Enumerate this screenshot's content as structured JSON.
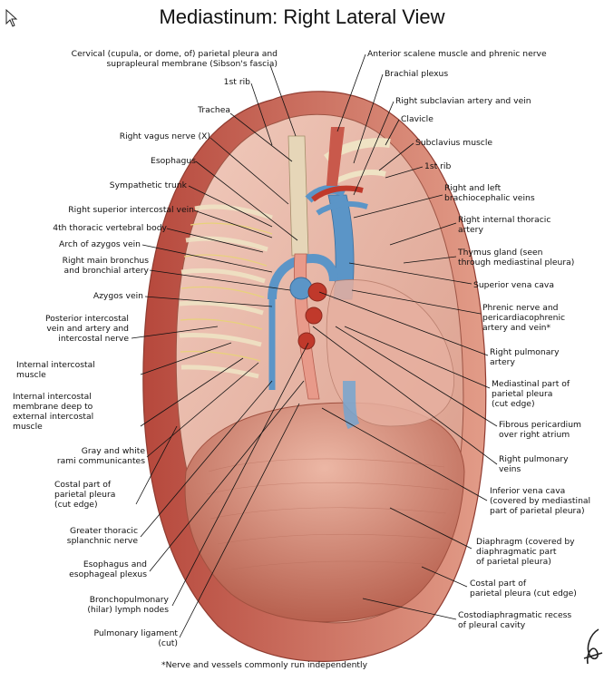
{
  "title": "Mediastinum: Right Lateral View",
  "footnote": "*Nerve and vessels commonly run independently",
  "labels_left": [
    "Cervical (cupula, or dome, of) parietal pleura and\nsuprapleural membrane (Sibson's fascia)",
    "1st rib",
    "Trachea",
    "Right vagus nerve (X)",
    "Esophagus",
    "Sympathetic trunk",
    "Right superior intercostal vein",
    "4th thoracic vertebral body",
    "Arch of azygos vein",
    "Right main bronchus\nand bronchial artery",
    "Azygos vein",
    "Posterior intercostal\nvein and artery and\nintercostal nerve",
    "Internal intercostal\nmuscle",
    "Internal intercostal\nmembrane deep to\nexternal intercostal\nmuscle",
    "Gray and white\nrami communicantes",
    "Costal part of\nparietal pleura\n(cut edge)",
    "Greater thoracic\nsplanchnic nerve",
    "Esophagus and\nesophageal plexus",
    "Bronchopulmonary\n(hilar) lymph nodes",
    "Pulmonary ligament\n(cut)"
  ],
  "labels_right": [
    "Anterior scalene muscle and phrenic nerve",
    "Brachial plexus",
    "Right subclavian artery and vein",
    "Clavicle",
    "Subclavius muscle",
    "1st rib",
    "Right and left\nbrachiocephalic veins",
    "Right internal thoracic\nartery",
    "Thymus gland (seen\nthrough mediastinal pleura)",
    "Superior vena cava",
    "Phrenic nerve and\npericardiacophrenic\nartery and vein*",
    "Right pulmonary\nartery",
    "Mediastinal part of\nparietal pleura\n(cut edge)",
    "Fibrous pericardium\nover right atrium",
    "Right pulmonary\nveins",
    "Inferior vena cava\n(covered by mediastinal\npart of parietal pleura)",
    "Diaphragm (covered by\ndiaphragmatic part\nof parietal pleura)",
    "Costal part of\nparietal pleura (cut edge)",
    "Costodiaphragmatic recess\nof pleural cavity"
  ],
  "colors": {
    "pleura_pink": "#e9b7a8",
    "diaphragm": "#d98f7c",
    "muscle_red": "#c9594b",
    "vein_blue": "#5b95c7",
    "artery_red": "#c0392b",
    "nerve_yellow": "#e8d27a",
    "bone": "#efe3c4"
  }
}
